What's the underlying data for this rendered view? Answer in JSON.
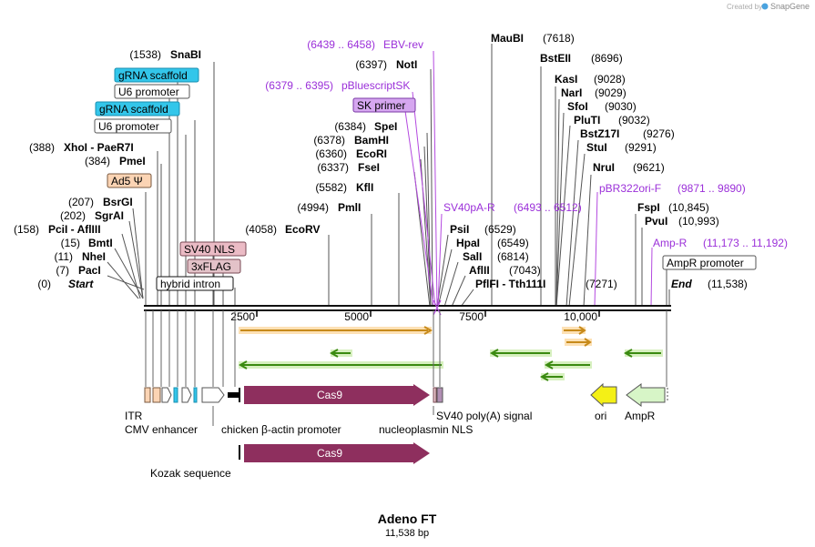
{
  "watermark": {
    "prefix": "Created by",
    "brand": "SnapGene"
  },
  "title": {
    "name": "Adeno FT",
    "size": "11,538 bp"
  },
  "scale": {
    "t0": "2500",
    "t1": "5000",
    "t2": "7500",
    "t3": "10,000"
  },
  "sites": {
    "start": {
      "name": "Start",
      "pos": "(0)"
    },
    "paci": {
      "name": "PacI",
      "pos": "(7)"
    },
    "nhei": {
      "name": "NheI",
      "pos": "(11)"
    },
    "bmti": {
      "name": "BmtI",
      "pos": "(15)"
    },
    "pcii": {
      "name": "PciI  -  AflIII",
      "pos": "(158)"
    },
    "sgrai": {
      "name": "SgrAI",
      "pos": "(202)"
    },
    "bsrgi": {
      "name": "BsrGI",
      "pos": "(207)"
    },
    "pmei": {
      "name": "PmeI",
      "pos": "(384)"
    },
    "xhoi": {
      "name": "XhoI  -  PaeR7I",
      "pos": "(388)"
    },
    "snabi": {
      "name": "SnaBI",
      "pos": "(1538)"
    },
    "ecorv": {
      "name": "EcoRV",
      "pos": "(4058)"
    },
    "pmli": {
      "name": "PmlI",
      "pos": "(4994)"
    },
    "kfli": {
      "name": "KflI",
      "pos": "(5582)"
    },
    "fsei": {
      "name": "FseI",
      "pos": "(6337)"
    },
    "ecori": {
      "name": "EcoRI",
      "pos": "(6360)"
    },
    "bamhi": {
      "name": "BamHI",
      "pos": "(6378)"
    },
    "spei": {
      "name": "SpeI",
      "pos": "(6384)"
    },
    "noti": {
      "name": "NotI",
      "pos": "(6397)"
    },
    "psii": {
      "name": "PsiI",
      "pos": "(6529)"
    },
    "hpai": {
      "name": "HpaI",
      "pos": "(6549)"
    },
    "sali": {
      "name": "SalI",
      "pos": "(6814)"
    },
    "aflii": {
      "name": "AflII",
      "pos": "(7043)"
    },
    "pflfi": {
      "name": "PflFI  -  Tth111I",
      "pos": "(7271)"
    },
    "maubi": {
      "name": "MauBI",
      "pos": "(7618)"
    },
    "bsteii": {
      "name": "BstEII",
      "pos": "(8696)"
    },
    "kasi": {
      "name": "KasI",
      "pos": "(9028)"
    },
    "nari": {
      "name": "NarI",
      "pos": "(9029)"
    },
    "sfoi": {
      "name": "SfoI",
      "pos": "(9030)"
    },
    "pluti": {
      "name": "PluTI",
      "pos": "(9032)"
    },
    "bstz17i": {
      "name": "BstZ17I",
      "pos": "(9276)"
    },
    "stui": {
      "name": "StuI",
      "pos": "(9291)"
    },
    "nrui": {
      "name": "NruI",
      "pos": "(9621)"
    },
    "fspi": {
      "name": "FspI",
      "pos": "(10,845)"
    },
    "pvui": {
      "name": "PvuI",
      "pos": "(10,993)"
    },
    "end": {
      "name": "End",
      "pos": "(11,538)"
    }
  },
  "primers": {
    "ebv_rev": {
      "name": "EBV-rev",
      "range": "(6439 .. 6458)"
    },
    "pbluescriptsk": {
      "name": "pBluescriptSK",
      "range": "(6379 .. 6395)"
    },
    "sv40pa_r": {
      "name": "SV40pA-R",
      "range": "(6493 .. 6512)"
    },
    "pbr322ori_f": {
      "name": "pBR322ori-F",
      "range": "(9871 .. 9890)"
    },
    "amp_r": {
      "name": "Amp-R",
      "range": "(11,173 .. 11,192)"
    }
  },
  "features": {
    "grna_scaffold_1": "gRNA scaffold",
    "u6_promoter_1": "U6 promoter",
    "grna_scaffold_2": "gRNA scaffold",
    "u6_promoter_2": "U6 promoter",
    "sk_primer": "SK primer",
    "ad5_psi": "Ad5 Ψ",
    "sv40_nls": "SV40 NLS",
    "flag3x": "3xFLAG",
    "hybrid_intron": "hybrid intron",
    "ampr_promoter": "AmpR promoter",
    "cas9": "Cas9"
  },
  "track_labels": {
    "itr": "ITR",
    "cmv_enhancer": "CMV enhancer",
    "cba_promoter": "chicken β-actin promoter",
    "sv40_polya": "SV40 poly(A) signal",
    "nucleoplasmin_nls": "nucleoplasmin NLS",
    "ori": "ori",
    "ampr": "AmpR",
    "kozak": "Kozak sequence"
  },
  "colors": {
    "primer": "#9b30d9",
    "cas9": "#8e2f5e",
    "grna_scaffold": "#33c6ea",
    "ori": "#f4f016",
    "ampr": "#d7f5c7",
    "orf_forward": "#c78a1a",
    "orf_reverse": "#3a8a10"
  }
}
